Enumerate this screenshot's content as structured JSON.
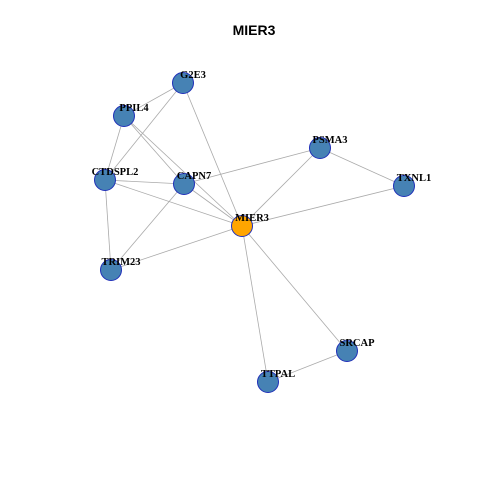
{
  "title": "MIER3",
  "colors": {
    "node": "#4682b4",
    "center": "#ffa500",
    "node_border": "#1f2fb8",
    "edge": "#aaaaaa"
  },
  "nodes": [
    {
      "id": "G2E3",
      "label": "G2E3"
    },
    {
      "id": "PPIL4",
      "label": "PPIL4"
    },
    {
      "id": "PSMA3",
      "label": "PSMA3"
    },
    {
      "id": "CTDSPL2",
      "label": "CTDSPL2"
    },
    {
      "id": "CAPN7",
      "label": "CAPN7"
    },
    {
      "id": "TXNL1",
      "label": "TXNL1"
    },
    {
      "id": "MIER3",
      "label": "MIER3",
      "center": true
    },
    {
      "id": "TRIM23",
      "label": "TRIM23"
    },
    {
      "id": "SRCAP",
      "label": "SRCAP"
    },
    {
      "id": "TTPAL",
      "label": "TTPAL"
    }
  ],
  "edges": [
    [
      "G2E3",
      "PPIL4"
    ],
    [
      "G2E3",
      "CTDSPL2"
    ],
    [
      "G2E3",
      "MIER3"
    ],
    [
      "PPIL4",
      "CTDSPL2"
    ],
    [
      "PPIL4",
      "CAPN7"
    ],
    [
      "PPIL4",
      "MIER3"
    ],
    [
      "CTDSPL2",
      "CAPN7"
    ],
    [
      "CTDSPL2",
      "MIER3"
    ],
    [
      "CTDSPL2",
      "TRIM23"
    ],
    [
      "CAPN7",
      "PSMA3"
    ],
    [
      "CAPN7",
      "MIER3"
    ],
    [
      "CAPN7",
      "TRIM23"
    ],
    [
      "PSMA3",
      "TXNL1"
    ],
    [
      "PSMA3",
      "MIER3"
    ],
    [
      "TXNL1",
      "MIER3"
    ],
    [
      "TRIM23",
      "MIER3"
    ],
    [
      "MIER3",
      "SRCAP"
    ],
    [
      "MIER3",
      "TTPAL"
    ],
    [
      "SRCAP",
      "TTPAL"
    ]
  ]
}
